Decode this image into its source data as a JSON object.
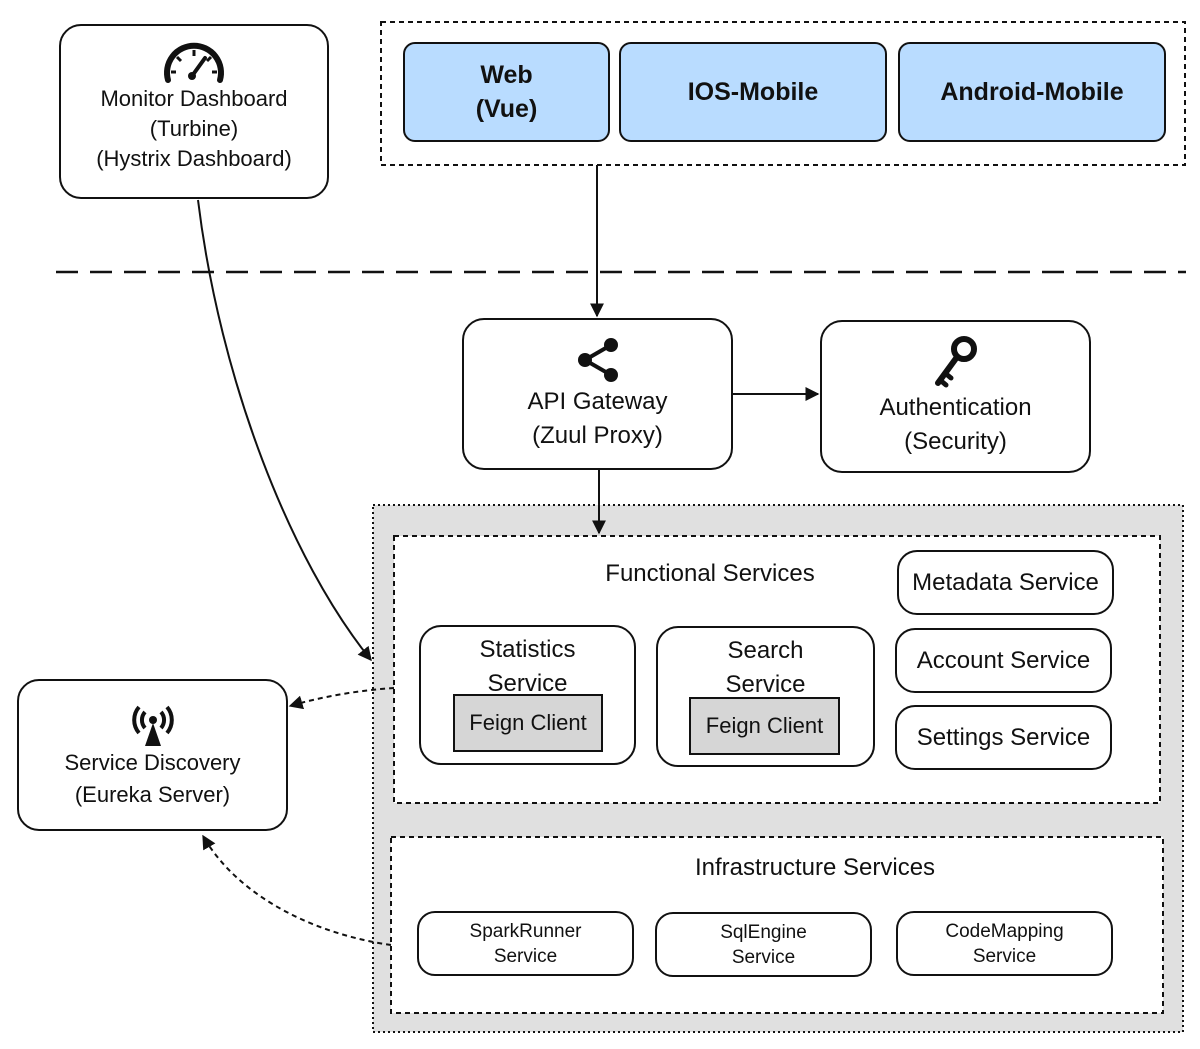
{
  "clients": {
    "web_line1": "Web",
    "web_line2": "(Vue)",
    "ios": "IOS-Mobile",
    "android": "Android-Mobile"
  },
  "monitor": {
    "line1": "Monitor Dashboard",
    "line2": "(Turbine)",
    "line3": "(Hystrix Dashboard)",
    "icon": "speedometer-icon"
  },
  "gateway": {
    "line1": "API Gateway",
    "line2": "(Zuul Proxy)",
    "icon": "share-icon"
  },
  "auth": {
    "line1": "Authentication",
    "line2": "(Security)",
    "icon": "key-icon"
  },
  "discovery": {
    "line1": "Service Discovery",
    "line2": "(Eureka Server)",
    "icon": "broadcast-tower-icon"
  },
  "functional": {
    "title": "Functional Services",
    "statistics_line1": "Statistics",
    "statistics_line2": "Service",
    "search_line1": "Search",
    "search_line2": "Service",
    "feign": "Feign Client",
    "metadata": "Metadata Service",
    "account": "Account Service",
    "settings": "Settings Service"
  },
  "infrastructure": {
    "title": "Infrastructure Services",
    "spark_line1": "SparkRunner",
    "spark_line2": "Service",
    "sql_line1": "SqlEngine",
    "sql_line2": "Service",
    "code_line1": "CodeMapping",
    "code_line2": "Service"
  },
  "colors": {
    "client_fill": "#b9dcff",
    "container_fill": "#e0e0e0",
    "feign_fill": "#d6d6d6",
    "stroke": "#111111"
  }
}
